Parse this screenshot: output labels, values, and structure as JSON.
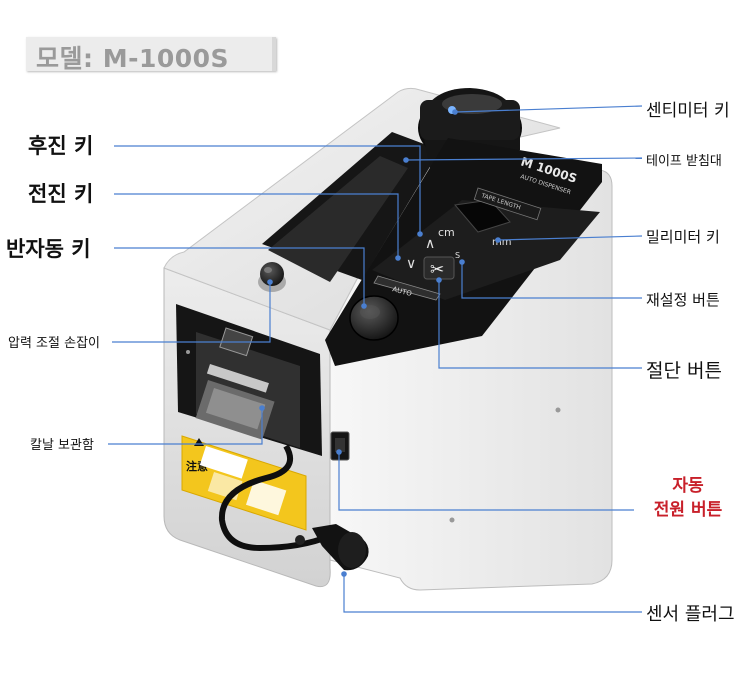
{
  "model_label": "모델: M-1000S",
  "device": {
    "brand_text": "M 1000S",
    "brand_sub": "AUTO DISPENSER",
    "lcd_label": "TAPE LENGTH",
    "key_cm": "cm",
    "key_mm": "mm",
    "key_s": "S",
    "auto_label": "AUTO",
    "warning_label": "注意"
  },
  "callouts": {
    "cm_key": "센티미터 키",
    "tape_holder": "테이프 받침대",
    "mm_key": "밀리미터 키",
    "reset_button": "재설정 버튼",
    "cut_button": "절단 버튼",
    "auto_power_line1": "자동",
    "auto_power_line2": "전원 버튼",
    "sensor_plug": "센서 플러그",
    "reverse_key": "후진 키",
    "forward_key": "전진 키",
    "semi_auto_key": "반자동 키",
    "pressure_knob": "압력 조절 손잡이",
    "blade_storage": "칼날 보관함"
  },
  "colors": {
    "leader_line": "#4a7fd0",
    "accent_red": "#c8202a"
  }
}
